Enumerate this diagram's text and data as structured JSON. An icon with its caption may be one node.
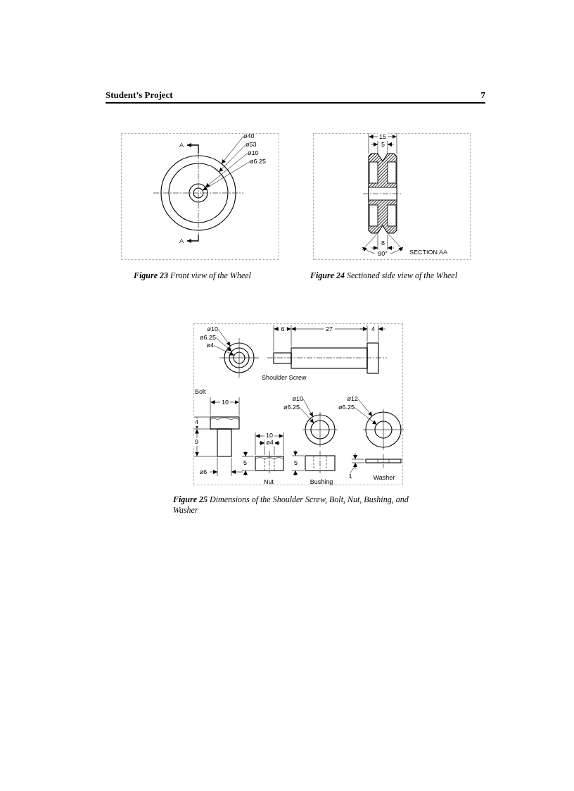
{
  "diagram": {
    "nodes": [
      {
        "text": [
          "ø40"
        ]
      },
      {
        "text": [
          "ø53"
        ]
      },
      {
        "text": [
          "ø10"
        ]
      },
      {
        "text": [
          "ø6.25"
        ]
      },
      {
        "text": [
          "ø10"
        ]
      },
      {
        "text": [
          "ø6.25"
        ]
      },
      {
        "text": [
          "ø4"
        ]
      },
      {
        "text": [
          "ø10"
        ]
      },
      {
        "text": [
          "ø6.25"
        ]
      },
      {
        "text": [
          "ø12"
        ]
      },
      {
        "text": [
          "ø6.25"
        ]
      },
      {
        "text": [
          "1"
        ]
      },
      {
        "text": [],
        "shape": "circle"
      },
      {
        "text": [],
        "shape": "circle",
        "in": 12
      },
      {
        "text": [],
        "shape": "circle",
        "in": 13
      },
      {
        "text": [],
        "shape": "circle",
        "in": 14
      },
      {
        "text": [],
        "shape": "circle"
      },
      {
        "text": [],
        "shape": "circle",
        "in": 16
      },
      {
        "text": [],
        "shape": "circle",
        "in": 17
      },
      {
        "text": [],
        "shape": "circle"
      },
      {
        "text": [],
        "shape": "circle",
        "in": 19
      },
      {
        "text": [],
        "shape": "circle"
      },
      {
        "text": [],
        "shape": "circle",
        "in": 21
      }
    ],
    "edges": [
      {
        "from": 0,
        "to": 12,
        "arrow": "to"
      },
      {
        "from": 1,
        "to": 13,
        "arrow": "to"
      },
      {
        "from": 2,
        "to": 14,
        "arrow": "to"
      },
      {
        "from": 3,
        "to": 15,
        "arrow": "to"
      },
      {
        "from": 4,
        "to": 16,
        "arrow": "to"
      },
      {
        "from": 5,
        "to": 17,
        "arrow": "to"
      },
      {
        "from": 6,
        "to": 18,
        "arrow": "to"
      },
      {
        "from": 7,
        "to": 19,
        "arrow": "to"
      },
      {
        "from": 8,
        "to": 20,
        "arrow": "to"
      },
      {
        "from": 9,
        "to": 21,
        "arrow": "to"
      },
      {
        "from": 10,
        "to": 22,
        "arrow": "to"
      },
      {
        "from": 11,
        "to": null,
        "arrow": "none"
      }
    ],
    "labels": [
      "Student’s Project",
      "7",
      "A",
      "A",
      "15",
      "5",
      "8",
      "90°",
      "SECTION AA",
      "**Figure 23** Front view of the Wheel",
      "**Figure 24** Sectioned side view of the Wheel",
      "6",
      "27",
      "4",
      "Shoulder Screw",
      "Bolt",
      "10",
      "4",
      "9",
      "ø6",
      "10",
      "ø4",
      "5",
      "Nut",
      "5",
      "Bushing",
      "Washer",
      "**Figure 25** Dimensions of the Shoulder Screw, Bolt, Nut, Bushing, and Washer"
    ]
  }
}
